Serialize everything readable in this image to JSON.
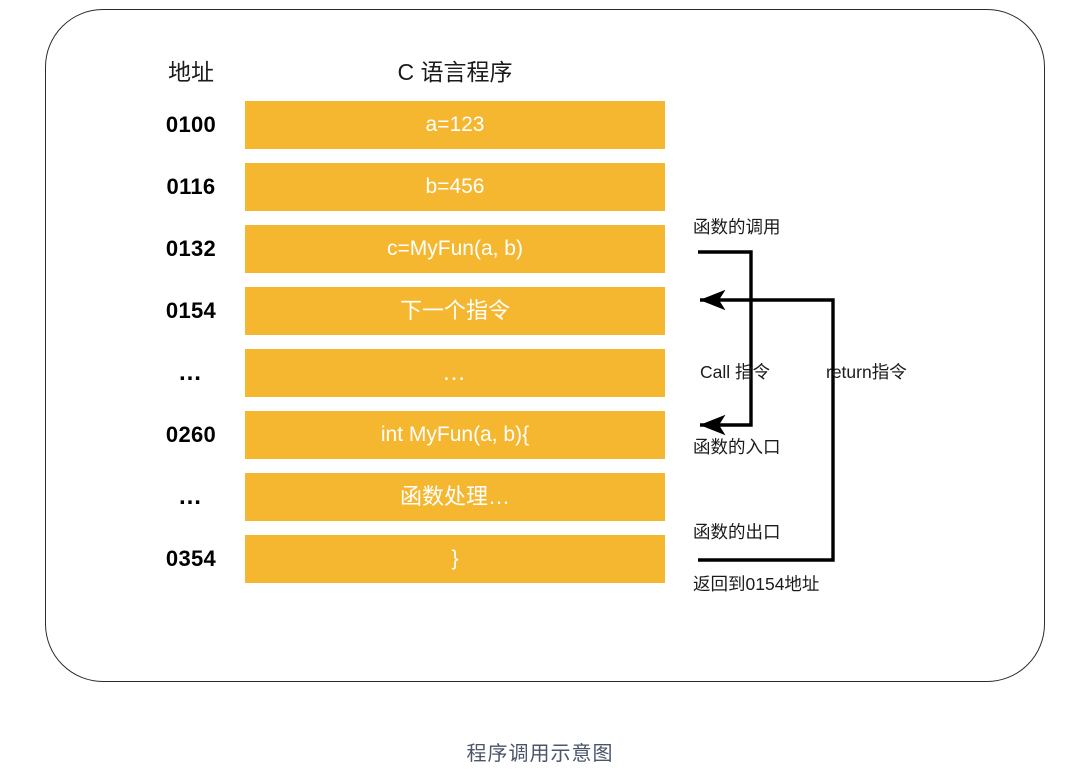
{
  "caption": "程序调用示意图",
  "headers": {
    "address": "地址",
    "program": "C 语言程序"
  },
  "colors": {
    "bar_fill": "#F5B72F",
    "bar_text": "#FFFFFF",
    "frame_border": "#2B2B2B",
    "caption_text": "#4A5568",
    "arrow": "#000000"
  },
  "rows": [
    {
      "address": "0100",
      "code": "a=123",
      "cjk": false
    },
    {
      "address": "0116",
      "code": "b=456",
      "cjk": false
    },
    {
      "address": "0132",
      "code": "c=MyFun(a, b)",
      "cjk": false
    },
    {
      "address": "0154",
      "code": "下一个指令",
      "cjk": true
    },
    {
      "address": "…",
      "code": "…",
      "cjk": false
    },
    {
      "address": "0260",
      "code": "int MyFun(a, b){",
      "cjk": false
    },
    {
      "address": "…",
      "code": "函数处理…",
      "cjk": true
    },
    {
      "address": "0354",
      "code": "}",
      "cjk": false
    }
  ],
  "annotations": {
    "function_call": "函数的调用",
    "call_instruction": "Call 指令",
    "return_instruction": "return指令",
    "function_entry": "函数的入口",
    "function_exit": "函数的出口",
    "return_to_address": "返回到0154地址"
  }
}
